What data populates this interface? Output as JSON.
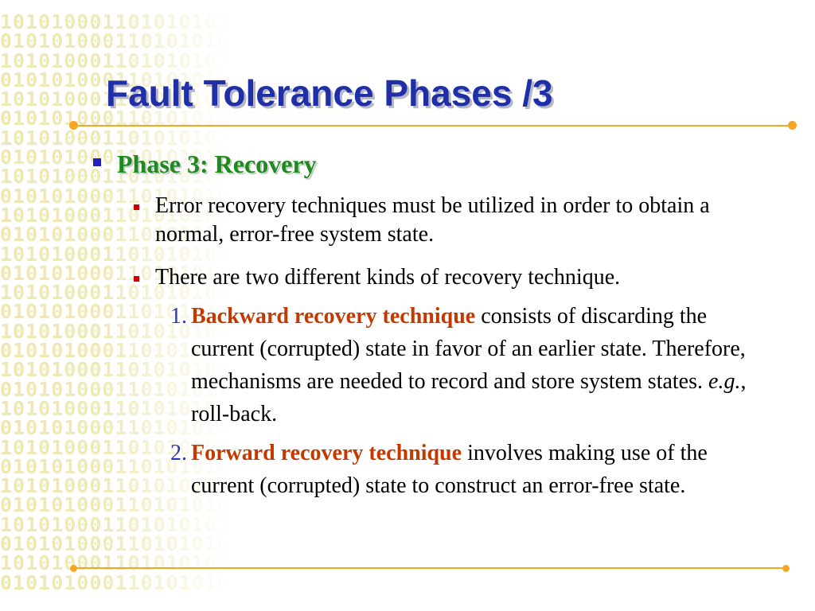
{
  "title": "Fault Tolerance Phases /3",
  "background_pattern": [
    "101010001101010101",
    "010101000110101010",
    "101010001101010101",
    "010101000110101010",
    "101010001101010101",
    "010101000110101010",
    "101010001101010101",
    "010101000110101010",
    "101010001101010101",
    "010101000110101010",
    "101010001101010101",
    "010101000110101010",
    "101010001101010101",
    "010101000110101010",
    "101010001101010101",
    "010101000110101010",
    "101010001101010101",
    "010101000110101010",
    "101010001101010101",
    "010101000110101010",
    "101010001101010101",
    "010101000110101010",
    "101010001101010101",
    "010101000110101010",
    "101010001101010101",
    "010101000110101010",
    "101010001101010101",
    "010101000110101010",
    "101010001101010101",
    "010101000110101010"
  ],
  "colors": {
    "title": "#1f2fa8",
    "phase_heading": "#1c8a1c",
    "highlight_term": "#c33a00",
    "number": "#2a36b4",
    "rule": "#f5a623",
    "binary_pattern": "#eee7b0"
  },
  "heading": "Phase 3: Recovery",
  "bullets": [
    "Error recovery techniques must be utilized in order to obtain a normal, error-free system state.",
    "There are two different kinds of recovery technique."
  ],
  "items": [
    {
      "number": "1.",
      "term": "Backward recovery technique",
      "text": " consists of discarding the current (corrupted) state in favor of an earlier state. Therefore, mechanisms are needed to record and store system states. ",
      "example": "e.g.",
      "after": ", roll-back."
    },
    {
      "number": "2.",
      "term": "Forward recovery technique",
      "text": " involves making use of the current (corrupted) state to construct an error-free state."
    }
  ]
}
